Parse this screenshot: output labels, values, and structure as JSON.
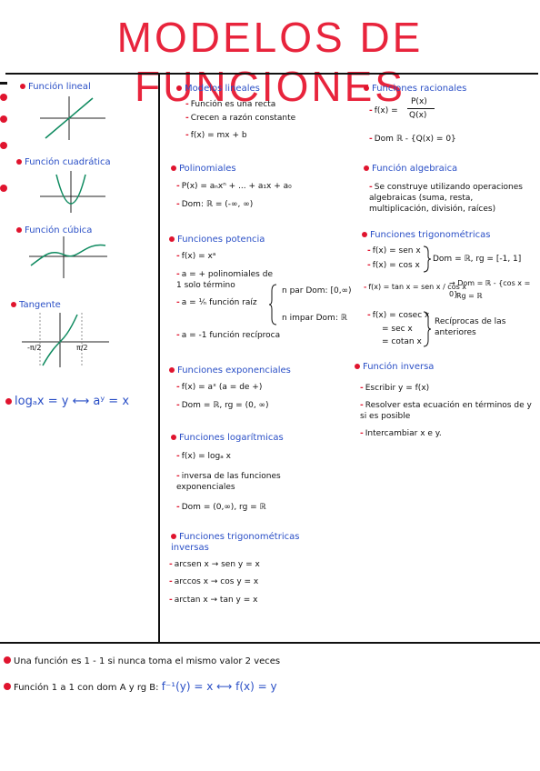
{
  "title": "MODELOS DE FUNCIONES",
  "left": {
    "graphs": [
      {
        "label": "Función lineal"
      },
      {
        "label": "Función cuadrática"
      },
      {
        "label": "Función cúbica"
      },
      {
        "label": "Tangente",
        "tick_left": "-π/2",
        "tick_right": "π/2"
      }
    ],
    "log_formula": "logₐx = y ⟷ aʸ = x"
  },
  "middle": {
    "lineales": {
      "title": "Modelos lineales",
      "items": [
        "Función es una recta",
        "Crecen a razón constante",
        "f(x) = mx + b"
      ]
    },
    "polinomiales": {
      "title": "Polinomiales",
      "items": [
        "P(x) = aₙxⁿ + ... + a₁x + a₀",
        "Dom: ℝ = (-∞, ∞)"
      ]
    },
    "potencia": {
      "title": "Funciones potencia",
      "items": [
        "f(x) = xᵃ",
        "a = + polinomiales de 1 solo término",
        "a = ¹⁄ₙ función raíz",
        "a = -1 función recíproca"
      ],
      "brace_top": "n par Dom: [0,∞)",
      "brace_bottom": "n impar Dom: ℝ"
    },
    "exponenciales": {
      "title": "Funciones exponenciales",
      "items": [
        "f(x) = aˣ  (a = de +)",
        "Dom = ℝ, rg = (0, ∞)"
      ]
    },
    "logaritmicas": {
      "title": "Funciones logarítmicas",
      "items": [
        "f(x) = logₐ x",
        "inversa de las funciones exponenciales",
        "Dom = (0,∞), rg = ℝ"
      ]
    },
    "trig_inversas": {
      "title": "Funciones trigonométricas inversas",
      "items": [
        "arcsen x → sen y = x",
        "arccos x → cos y = x",
        "arctan x → tan y = x"
      ]
    }
  },
  "right": {
    "racionales": {
      "title": "Funciones racionales",
      "formula_left": "f(x) =",
      "numerator": "P(x)",
      "denominator": "Q(x)",
      "dom": "Dom ℝ - {Q(x) = 0}"
    },
    "algebraica": {
      "title": "Función algebraica",
      "text": "Se construye utilizando operaciones algebraicas (suma, resta, multiplicación, división, raíces)"
    },
    "trigonometricas": {
      "title": "Funciones trigonométricas",
      "sen": "f(x) = sen x",
      "cos": "f(x) = cos x",
      "sencos_dom": "Dom = ℝ,  rg = [-1, 1]",
      "tan": "f(x) = tan x = sen x / cos x",
      "tan_dom": "→ Dom = ℝ - {cos x = 0}",
      "tan_rg": "Rg = ℝ",
      "cosec": "f(x) = cosec x",
      "sec": "= sec x",
      "cotan": "= cotan x",
      "reciprocas": "Recíprocas de las anteriores"
    },
    "inversa": {
      "title": "Función inversa",
      "items": [
        "Escribir  y = f(x)",
        "Resolver esta ecuación en términos de y si es posible",
        "Intercambiar x e y."
      ]
    }
  },
  "bottom": {
    "line1": "Una función es 1 - 1 si nunca toma el mismo valor 2 veces",
    "line2_pre": "Función 1 a 1 con dom A y rg B:",
    "line2_formula": "f⁻¹(y) = x ⟷ f(x) = y"
  }
}
